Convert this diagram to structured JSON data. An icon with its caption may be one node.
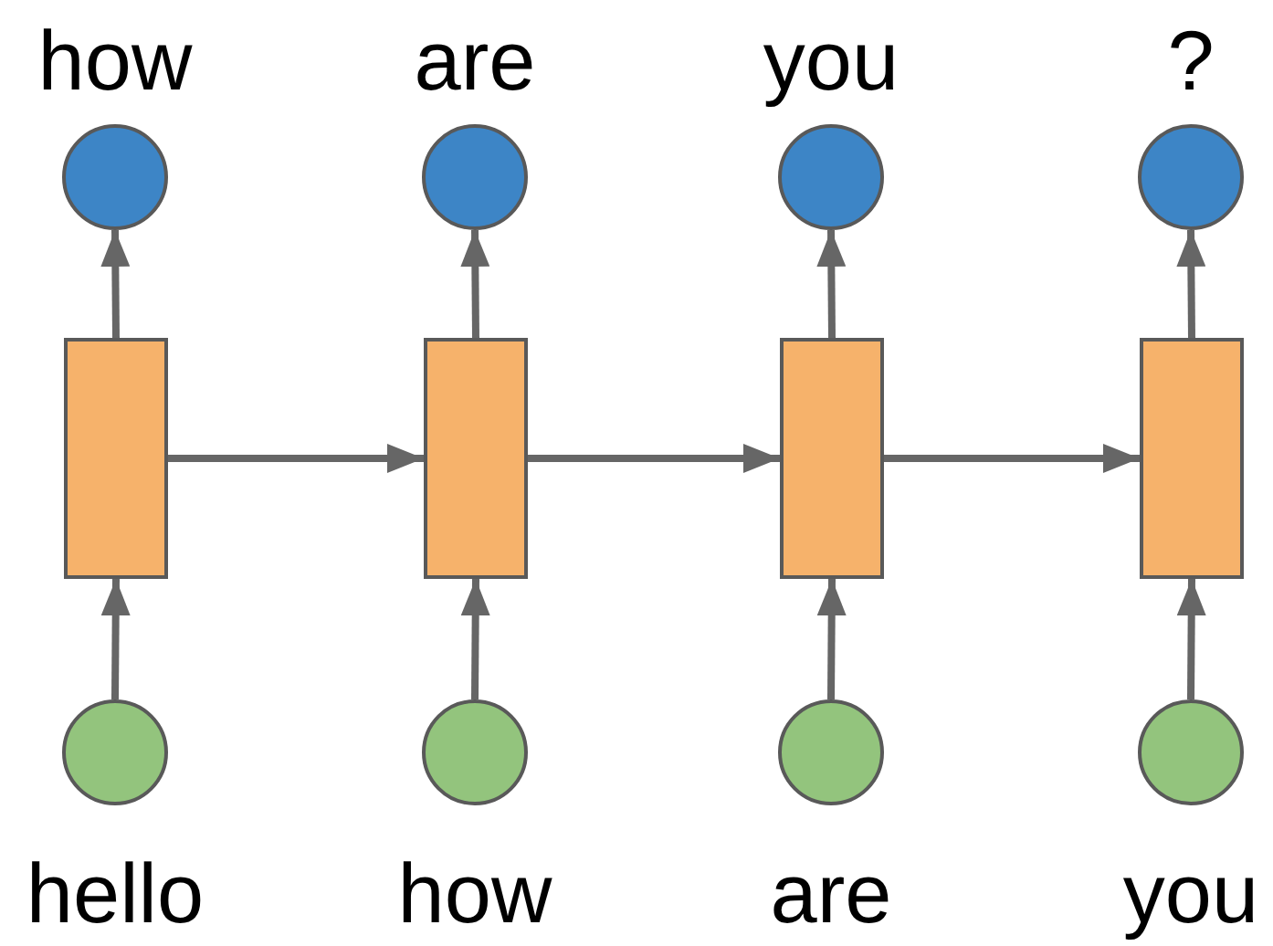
{
  "diagram": {
    "nodes": [
      {
        "text": [],
        "shape": "circle",
        "beside": [
          "how"
        ]
      },
      {
        "text": [],
        "shape": "circle",
        "beside": [
          "are"
        ]
      },
      {
        "text": [],
        "shape": "circle",
        "beside": [
          "you"
        ]
      },
      {
        "text": [],
        "shape": "circle",
        "beside": [
          "?"
        ]
      },
      {
        "text": [],
        "shape": "box"
      },
      {
        "text": [],
        "shape": "box"
      },
      {
        "text": [],
        "shape": "box"
      },
      {
        "text": [],
        "shape": "box"
      },
      {
        "text": [],
        "shape": "circle",
        "beside": [
          "hello"
        ]
      },
      {
        "text": [],
        "shape": "circle",
        "beside": [
          "how"
        ]
      },
      {
        "text": [],
        "shape": "circle",
        "beside": [
          "are"
        ]
      },
      {
        "text": [],
        "shape": "circle",
        "beside": [
          "you"
        ]
      }
    ],
    "edges": [
      {
        "from": 8,
        "to": 4,
        "arrow": "to"
      },
      {
        "from": 4,
        "to": 0,
        "arrow": "to"
      },
      {
        "from": 4,
        "to": 5,
        "arrow": "to"
      },
      {
        "from": 9,
        "to": 5,
        "arrow": "to"
      },
      {
        "from": 5,
        "to": 1,
        "arrow": "to"
      },
      {
        "from": 5,
        "to": 6,
        "arrow": "to"
      },
      {
        "from": 10,
        "to": 6,
        "arrow": "to"
      },
      {
        "from": 6,
        "to": 2,
        "arrow": "to"
      },
      {
        "from": 6,
        "to": 7,
        "arrow": "to"
      },
      {
        "from": 11,
        "to": 7,
        "arrow": "to"
      },
      {
        "from": 7,
        "to": 3,
        "arrow": "to"
      }
    ]
  }
}
